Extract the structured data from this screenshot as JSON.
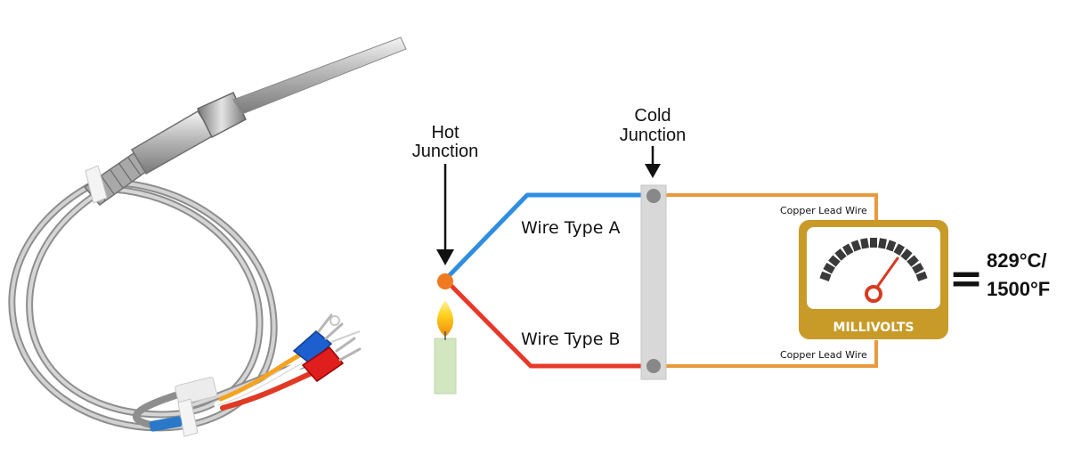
{
  "diagram": {
    "hot_junction": {
      "line1": "Hot",
      "line2": "Junction"
    },
    "cold_junction": {
      "line1": "Cold",
      "line2": "Junction"
    },
    "wire_a": "Wire Type A",
    "wire_b": "Wire Type B",
    "copper_top": "Copper Lead Wire",
    "copper_bottom": "Copper Lead Wire",
    "meter_label": "MILLIVOLTS",
    "equals": "=",
    "reading": {
      "line1": "829°C/",
      "line2": "1500°F"
    },
    "colors": {
      "wire_a": "#2f8ee0",
      "wire_b": "#e8382a",
      "copper": "#e89a3c",
      "meter_gold": "#c89a28",
      "hot_dot": "#f07a20",
      "junction_bar": "#d8d8d8"
    }
  }
}
